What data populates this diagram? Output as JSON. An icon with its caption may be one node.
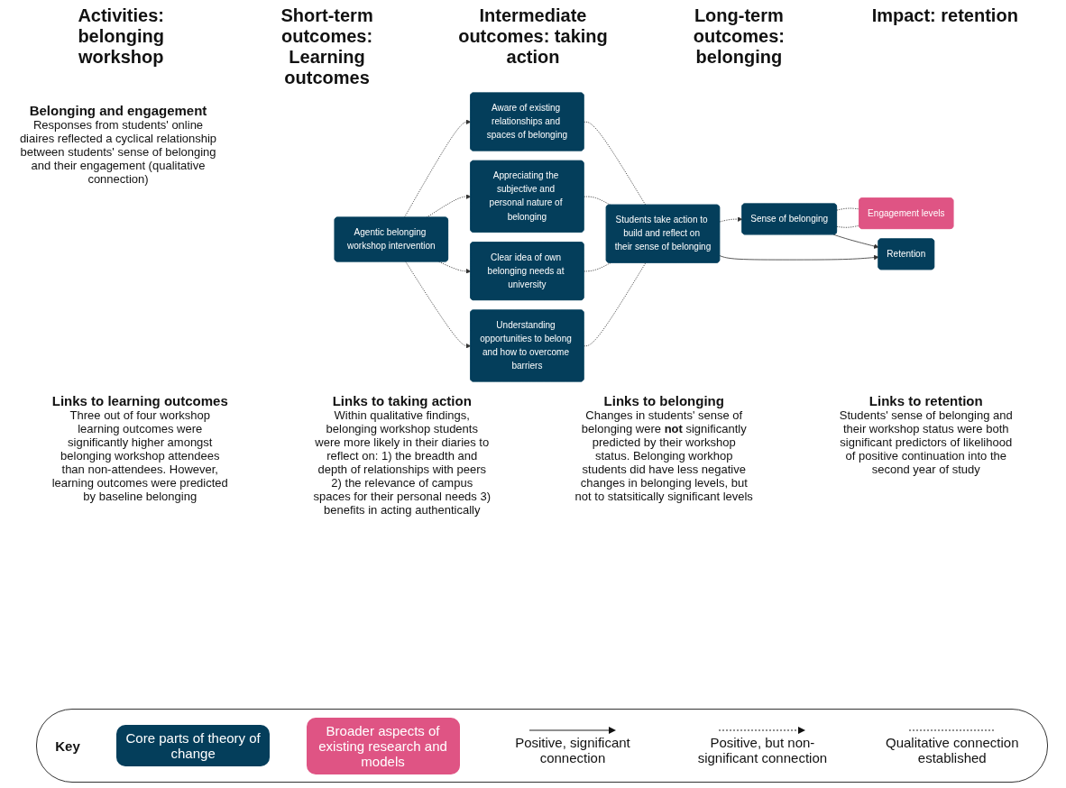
{
  "diagram": {
    "nodes": [
      {
        "text": [
          "Agentic belonging workshop intervention"
        ]
      },
      {
        "text": [
          "Aware of existing relationships and spaces of belonging"
        ]
      },
      {
        "text": [
          "Appreciating the subjective and personal nature of belonging"
        ]
      },
      {
        "text": [
          "Clear idea of own belonging needs at university"
        ]
      },
      {
        "text": [
          "Understanding opportunities to belong and how to overcome barriers"
        ]
      },
      {
        "text": [
          "Students take action to build and reflect on their sense of belonging"
        ]
      },
      {
        "text": [
          "Sense of belonging"
        ]
      },
      {
        "text": [
          "Engagement levels"
        ]
      },
      {
        "text": [
          "Retention"
        ]
      }
    ],
    "edges": [
      {
        "from": 0,
        "to": 1,
        "arrow": "to",
        "style": "dashed"
      },
      {
        "from": 0,
        "to": 2,
        "arrow": "to",
        "style": "dashed"
      },
      {
        "from": 0,
        "to": 3,
        "arrow": "to",
        "style": "dashed"
      },
      {
        "from": 0,
        "to": 4,
        "arrow": "to",
        "style": "dashed"
      },
      {
        "from": 1,
        "to": 5,
        "arrow": "none",
        "style": "dashed"
      },
      {
        "from": 2,
        "to": 5,
        "arrow": "none",
        "style": "dashed"
      },
      {
        "from": 3,
        "to": 5,
        "arrow": "none",
        "style": "dashed"
      },
      {
        "from": 4,
        "to": 5,
        "arrow": "none",
        "style": "dashed"
      },
      {
        "from": 5,
        "to": 6,
        "arrow": "to",
        "style": "dashed"
      },
      {
        "from": 5,
        "to": 8,
        "arrow": "to"
      },
      {
        "from": 6,
        "to": 7,
        "arrow": "none",
        "style": "dashed"
      },
      {
        "from": 6,
        "to": 7,
        "arrow": "none",
        "style": "dashed"
      },
      {
        "from": 6,
        "to": 8,
        "arrow": "to"
      }
    ],
    "labels": [
      "Activities: belonging workshop",
      "Short-term outcomes: Learning outcomes",
      "Intermediate outcomes: taking action",
      "Long-term outcomes: belonging",
      "Impact: retention",
      "Belonging and engagement",
      "Responses from students' online diaires reflected a cyclical relationship between students' sense of belonging and their engagement (qualitative connection)",
      "Links to learning outcomes",
      "Three out of four workshop learning outcomes were significantly higher amongst belonging workshop attendees than non-attendees. However, learning outcomes were predicted by baseline belonging",
      "Links to taking action",
      "Within qualitative findings, belonging workshop students were more likely in their diaries to reflect on: 1) the breadth and depth of relationships with peers 2) the relevance of campus spaces for their personal needs 3) benefits in acting authentically",
      "Links to belonging",
      "Changes in students' sense of belonging were **not** significantly predicted by their workshop status. Belonging workhop students did have less negative changes in belonging levels, but not to statsitically significant levels",
      "Links to retention",
      "Students' sense of belonging and their workshop status were both significant predictors of likelihood of positive continuation into the second year of study",
      "Key"
    ],
    "legend": [
      {
        "text": "Core parts of theory of change",
        "color": "#043e5b"
      },
      {
        "text": "Broader aspects of existing research and models",
        "color": "#df5484"
      },
      {
        "text": "Positive, significant connection"
      },
      {
        "text": "Positive, but non-significant connection"
      },
      {
        "text": "Qualitative connection established"
      }
    ]
  }
}
